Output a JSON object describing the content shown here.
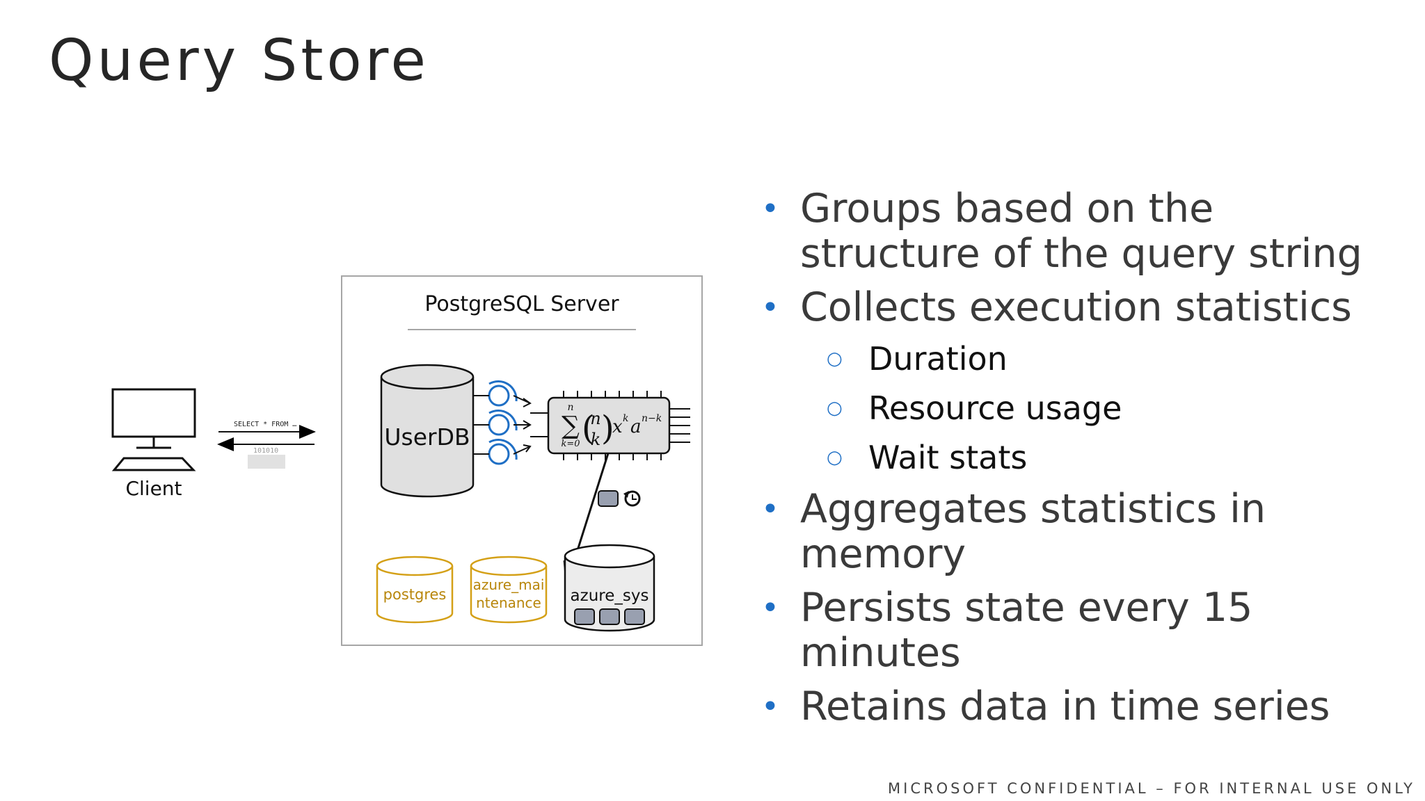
{
  "slide": {
    "title": "Query Store",
    "footer": "MICROSOFT CONFIDENTIAL – FOR INTERNAL USE ONLY"
  },
  "diagram": {
    "client_label": "Client",
    "query_text": "SELECT * FROM …",
    "binary_text": "101010",
    "server_label": "PostgreSQL Server",
    "userdb_label": "UserDB",
    "db_postgres": "postgres",
    "db_maint_line1": "azure_mai",
    "db_maint_line2": "ntenance",
    "db_sys": "azure_sys",
    "formula": {
      "sum_top": "n",
      "sum_bottom": "k=0",
      "binom_top": "n",
      "binom_bottom": "k",
      "x": "x",
      "x_exp": "k",
      "a": "a",
      "a_exp": "n−k"
    },
    "colors": {
      "accent_blue": "#1f6fc5",
      "db_gold": "#d4a017",
      "db_gold_text": "#b8860b",
      "box_border": "#a6a6a6"
    }
  },
  "bullets": [
    {
      "level": 1,
      "text": "Groups based on the structure of the query string"
    },
    {
      "level": 1,
      "text": "Collects execution statistics"
    },
    {
      "level": 2,
      "text": "Duration"
    },
    {
      "level": 2,
      "text": "Resource usage"
    },
    {
      "level": 2,
      "text": "Wait stats"
    },
    {
      "level": 1,
      "text": "Aggregates statistics in memory"
    },
    {
      "level": 1,
      "text": "Persists state every 15 minutes"
    },
    {
      "level": 1,
      "text": "Retains data in time series"
    }
  ]
}
